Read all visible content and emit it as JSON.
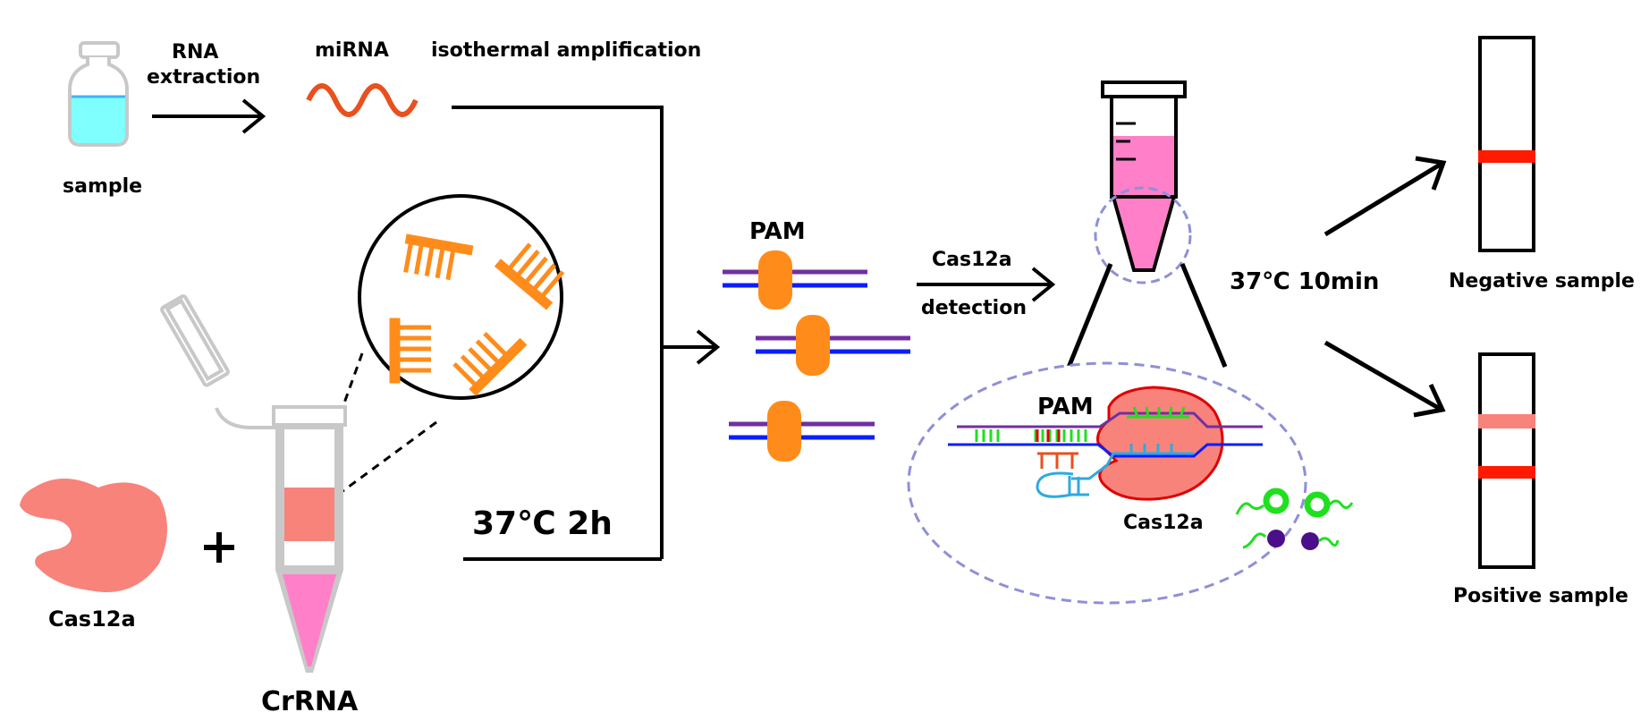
{
  "labels": {
    "sample": "sample",
    "rna_extraction_1": "RNA",
    "rna_extraction_2": "extraction",
    "mirna": "miRNA",
    "isothermal": "isothermal amplification",
    "cas12a_left": "Cas12a",
    "crrna": "CrRNA",
    "plus": "+",
    "cond_37_2h": "37℃ 2h",
    "pam_top": "PAM",
    "cas12a_detection_1": "Cas12a",
    "cas12a_detection_2": "detection",
    "pam_zoom": "PAM",
    "cas12a_zoom": "Cas12a",
    "cond_37_10min": "37℃ 10min",
    "negative": "Negative sample",
    "positive": "Positive sample"
  },
  "colors": {
    "sample_liquid": "#80ffff",
    "mirna": "#e8501e",
    "crrna_orange": "#ff8c1a",
    "cas12a": "#f8837b",
    "tube_pink": "#ff80c8",
    "dna_purple": "#7030a0",
    "dna_blue": "#0a1eff",
    "zoom_dash": "#8f8fd8",
    "test_line": "#ff1a00",
    "control_line_faint": "#f8837b",
    "guide_green": "#1fe01f",
    "hairpin_cyan": "#2ea9e0",
    "reporter_purple": "#4b0f8a"
  }
}
